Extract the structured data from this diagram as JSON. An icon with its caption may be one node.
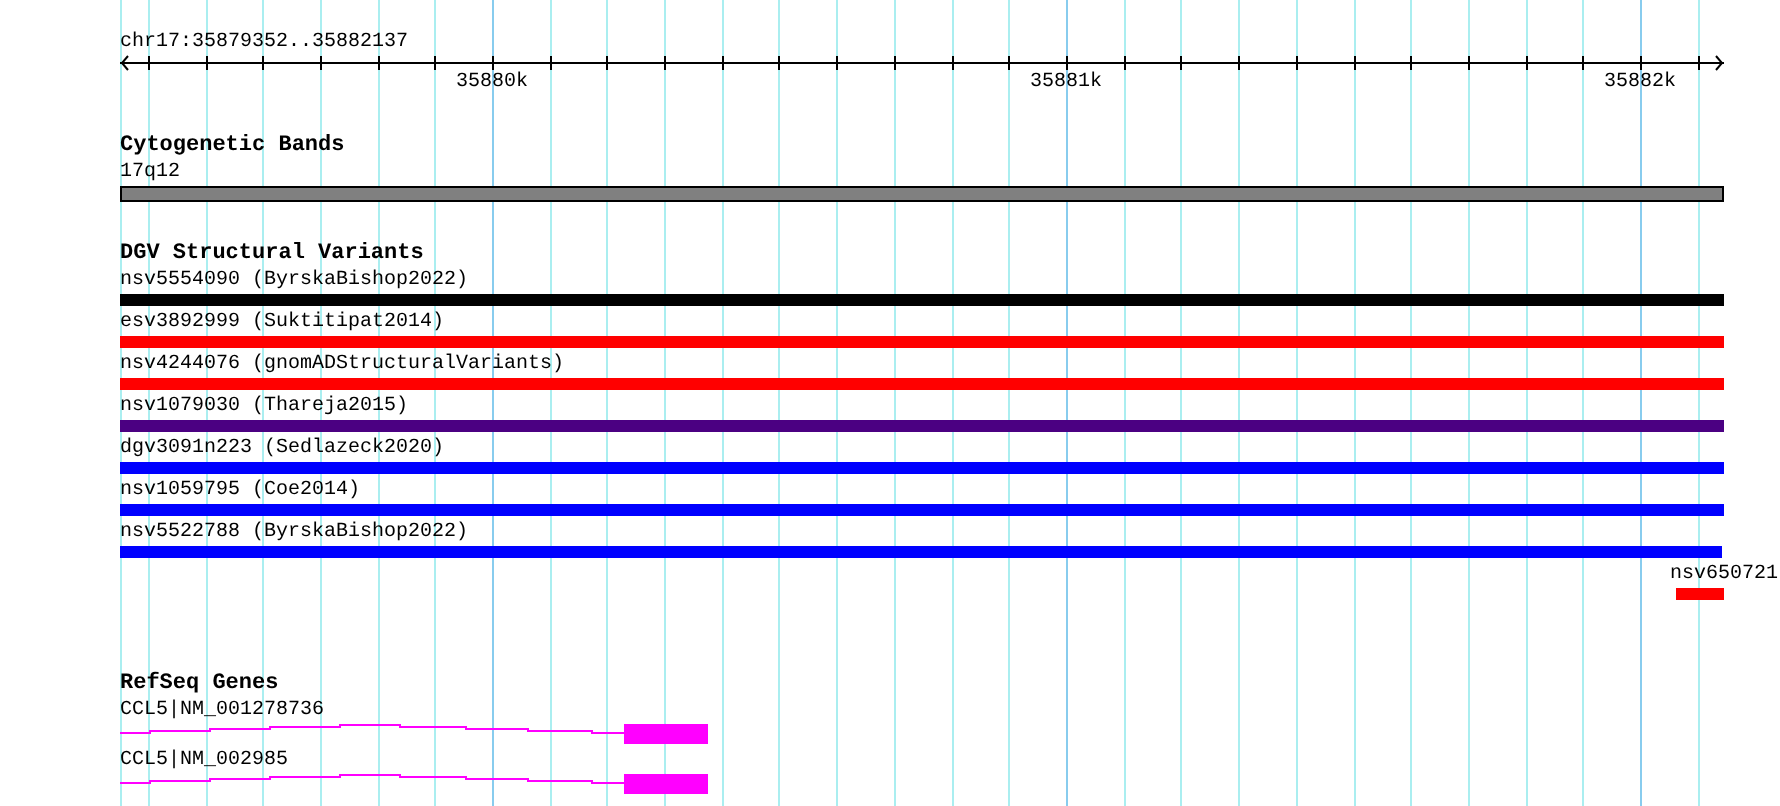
{
  "diagram": {
    "title": "chr17:35879352..35882137",
    "nodes": [
      {
        "text": [
          "17q12"
        ]
      },
      {
        "text": [
          "nsv5554090 (ByrskaBishop2022)"
        ]
      },
      {
        "text": [
          "esv3892999 (Suktitipat2014)"
        ]
      },
      {
        "text": [
          "nsv4244076 (gnomADStructuralVariants)"
        ]
      },
      {
        "text": [
          "nsv1079030 (Thareja2015)"
        ]
      },
      {
        "text": [
          "dgv3091n223 (Sedlazeck2020)"
        ]
      },
      {
        "text": [
          "nsv1059795 (Coe2014)"
        ]
      },
      {
        "text": [
          "nsv5522788 (ByrskaBishop2022)"
        ]
      },
      {
        "text": [
          "nsv650721"
        ]
      },
      {
        "text": [
          "CCL5|NM_001278736"
        ]
      },
      {
        "text": [
          "CCL5|NM_002985"
        ]
      }
    ],
    "labels": [
      "35880k",
      "35881k",
      "35882k",
      "Cytogenetic Bands",
      "DGV Structural Variants",
      "RefSeq Genes"
    ]
  }
}
